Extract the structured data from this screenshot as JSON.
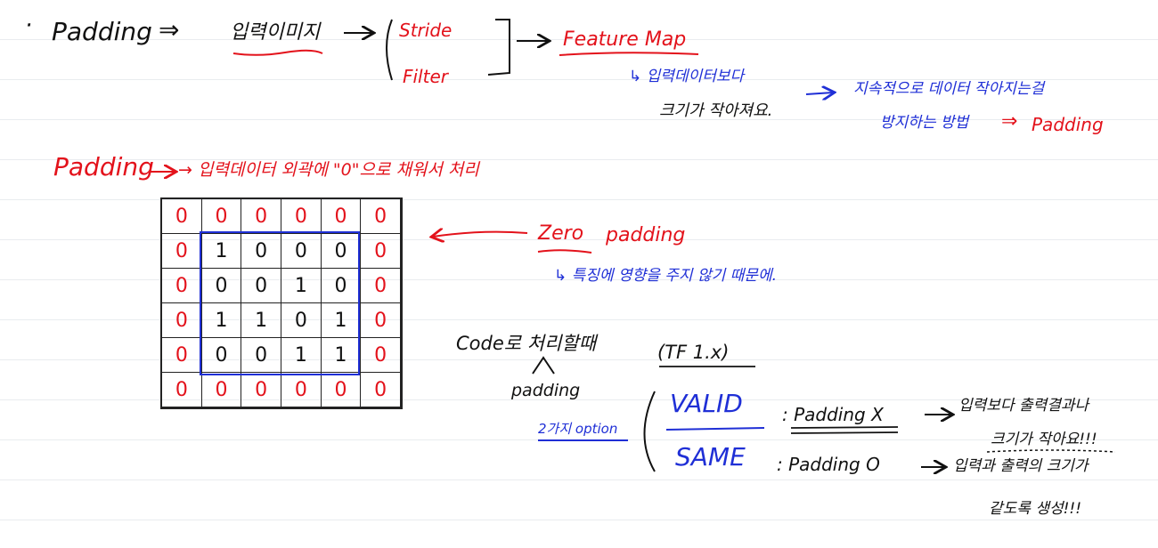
{
  "line1": {
    "bullet": "·",
    "padding": "Padding",
    "double_arrow": "⇒",
    "input_image": "입력이미지",
    "stride": "Stride",
    "filter": "Filter",
    "feature_map": "Feature Map",
    "note1": "↳ 입력데이터보다",
    "note2": "크기가 작아져요.",
    "note3": "지속적으로 데이터 작아지는걸",
    "note4": "방지하는 방법",
    "note4_arrow": "⇒",
    "note4_padding": "Padding"
  },
  "line2": {
    "padding": "Padding",
    "desc": "→ 입력데이터 외곽에 \"0\"으로 채워서 처리"
  },
  "grid": {
    "rows": [
      [
        "0",
        "0",
        "0",
        "0",
        "0",
        "0"
      ],
      [
        "0",
        "1",
        "0",
        "0",
        "0",
        "0"
      ],
      [
        "0",
        "0",
        "0",
        "1",
        "0",
        "0"
      ],
      [
        "0",
        "1",
        "1",
        "0",
        "1",
        "0"
      ],
      [
        "0",
        "0",
        "0",
        "1",
        "1",
        "0"
      ],
      [
        "0",
        "0",
        "0",
        "0",
        "0",
        "0"
      ]
    ]
  },
  "zero_padding": {
    "zero": "Zero",
    "padding": "padding",
    "note": "↳ 특징에 영향을 주지 않기 때문에."
  },
  "code": {
    "heading": "Code로 처리할때",
    "tf": "(TF 1.x)",
    "padding_word": "padding",
    "options": "2가지 option",
    "valid": "VALID",
    "same": "SAME",
    "valid_desc": ": Padding X",
    "same_desc": ": Padding O",
    "valid_result1": "입력보다 출력결과나",
    "valid_result2": "크기가 작아요!!!",
    "same_result1": "입력과 출력의 크기가",
    "same_result2": "같도록 생성!!!"
  },
  "colors": {
    "red": "#e3121b",
    "blue": "#1f2fd6",
    "black": "#111111"
  }
}
